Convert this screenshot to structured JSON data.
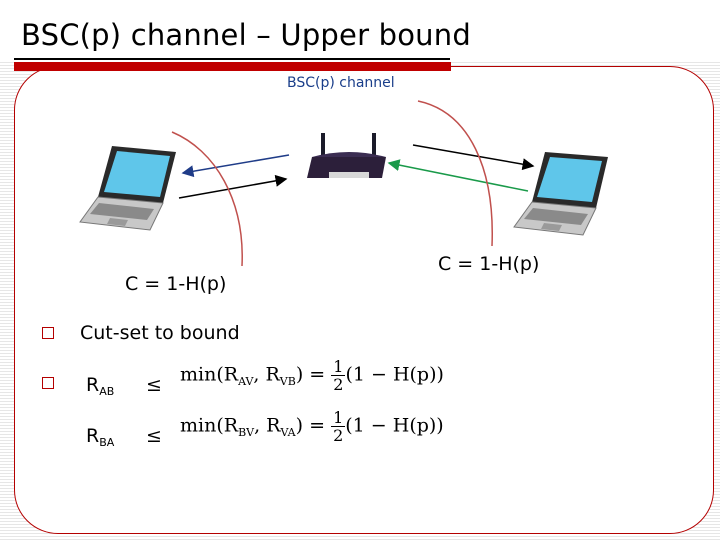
{
  "slide": {
    "title": "BSC(p) channel – Upper bound",
    "channel_label": "BSC(p) channel",
    "capacity_left": "C = 1-H(p)",
    "capacity_right": "C = 1-H(p)",
    "bullets": [
      "Cut-set to bound"
    ],
    "accent_color": "#c00000",
    "link_colors": {
      "left_upper": "#1f3c88",
      "left_lower": "#000000",
      "right_upper": "#000000",
      "right_lower": "#1a9a4a",
      "arc": "#c0504d"
    },
    "icons": [
      "laptop-icon",
      "router-icon",
      "laptop-icon"
    ]
  },
  "math": {
    "line1": {
      "lhs": "R",
      "lhs_sub": "AB",
      "op": "≤",
      "rhs_a": "min(R",
      "sub1": "AV",
      "mid": ", R",
      "sub2": "VB",
      "rhs_b": ") =",
      "frac_num": "1",
      "frac_den": "2",
      "tail": "(1 − H(p))"
    },
    "line2": {
      "lhs": "R",
      "lhs_sub": "BA",
      "op": "≤",
      "rhs_a": "min(R",
      "sub1": "BV",
      "mid": ", R",
      "sub2": "VA",
      "rhs_b": ") =",
      "frac_num": "1",
      "frac_den": "2",
      "tail": "(1 − H(p))"
    }
  }
}
